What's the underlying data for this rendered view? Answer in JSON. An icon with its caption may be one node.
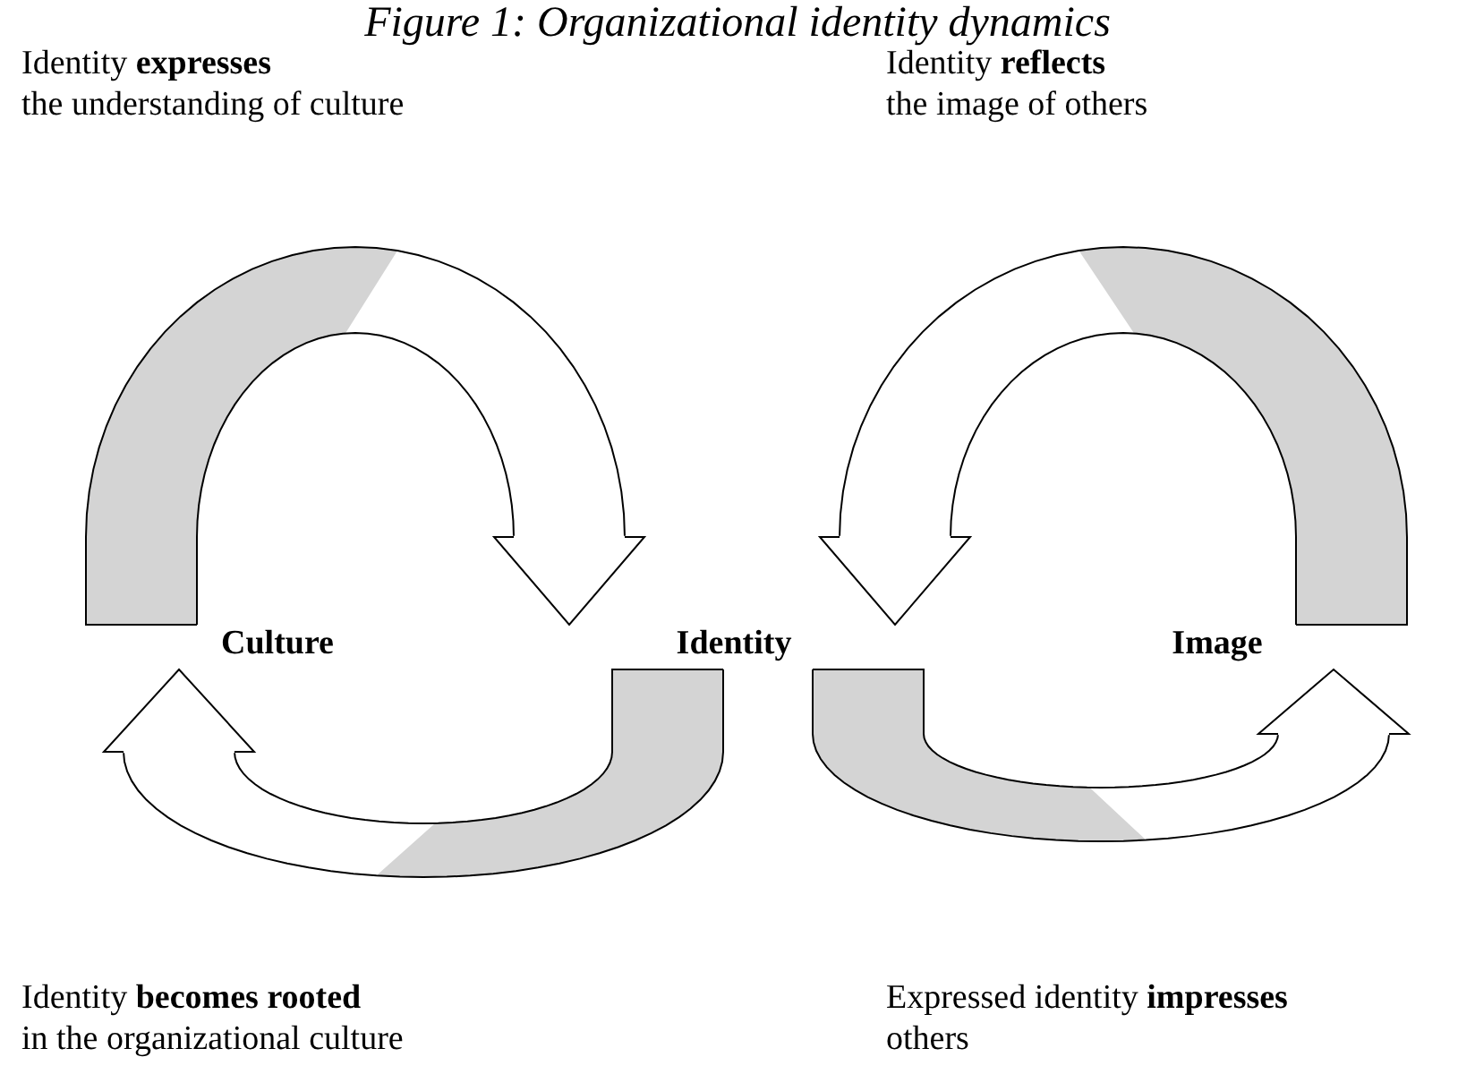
{
  "diagram": {
    "title": "Figure 1: Organizational identity dynamics",
    "nodes": [
      {
        "text": [
          "Culture"
        ]
      },
      {
        "text": [
          "Identity"
        ]
      },
      {
        "text": [
          "Image"
        ]
      }
    ],
    "edges": [
      {
        "from": 0,
        "to": 1,
        "arrow": "to"
      },
      {
        "from": 2,
        "to": 1,
        "arrow": "to"
      },
      {
        "from": 1,
        "to": 0,
        "arrow": "to"
      },
      {
        "from": 1,
        "to": 2,
        "arrow": "to"
      }
    ],
    "labels": [
      "Identity **expresses** the understanding of culture",
      "Identity **reflects** the image of others",
      "Identity **becomes rooted** in the organizational culture",
      "Expressed identity **impresses** others"
    ]
  }
}
